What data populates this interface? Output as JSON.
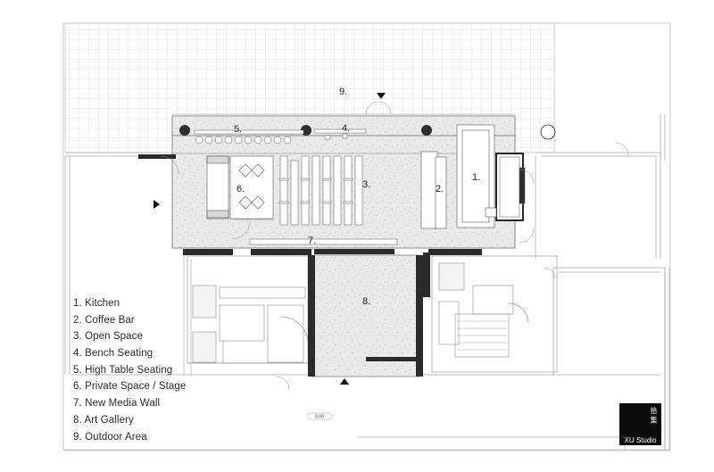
{
  "plan_labels": {
    "kitchen": "1.",
    "coffee_bar": "2.",
    "open_space": "3.",
    "bench_seating": "4.",
    "high_table_seating": "5.",
    "private_space": "6.",
    "media_wall": "7.",
    "art_gallery": "8.",
    "outdoor_area": "9."
  },
  "legend": [
    "1. Kitchen",
    "2. Coffee Bar",
    "3. Open Space",
    "4. Bench Seating",
    "5. High Table Seating",
    "6. Private Space / Stage",
    "7. New Media Wall",
    "8. Art Gallery",
    "9. Outdoor Area"
  ],
  "scale_text": "0.00",
  "logo": {
    "mark": "拾 集",
    "studio": "XU Studio"
  },
  "colors": {
    "terrazzo": "#e9e9e9",
    "wall": "#2b2b2b",
    "line": "#9a9a9a",
    "accent_logo": "#0c0c0c"
  }
}
